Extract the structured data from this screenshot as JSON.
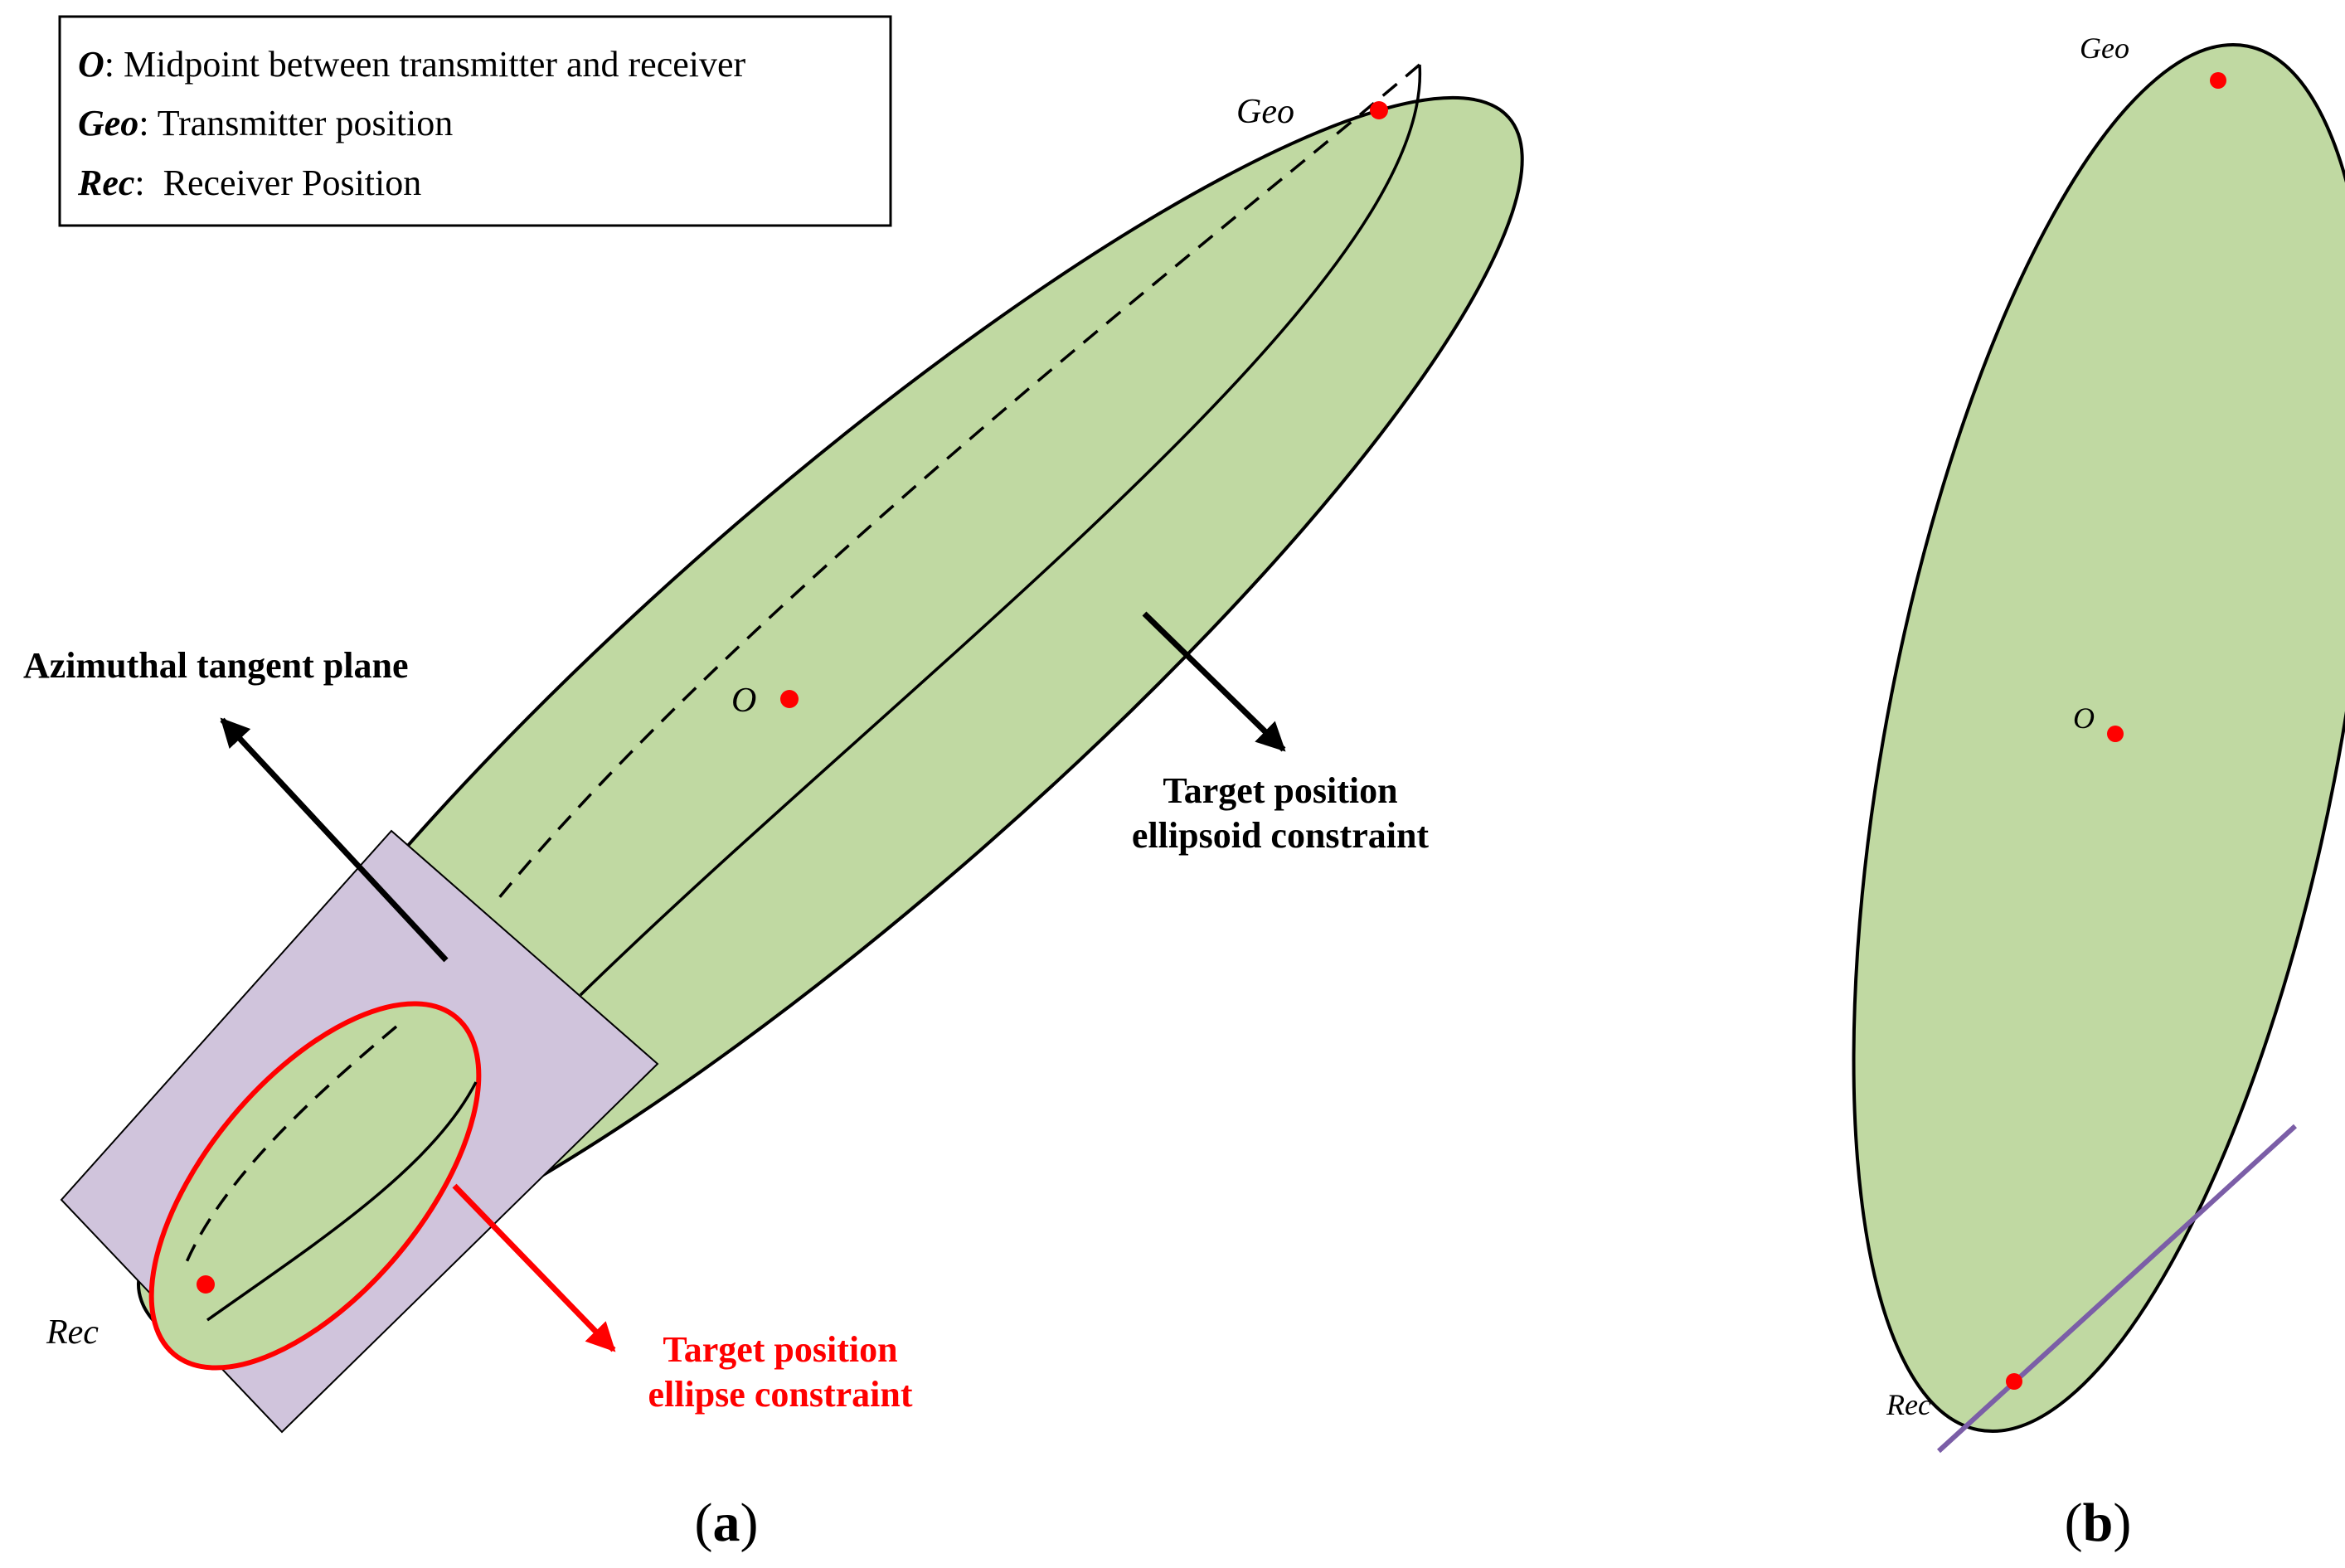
{
  "legend": {
    "entries": [
      {
        "symbol": "O",
        "text": ": Midpoint between transmitter and receiver"
      },
      {
        "symbol": "Geo",
        "text": ": Transmitter position"
      },
      {
        "symbol": "Rec",
        "text": ":  Receiver Position"
      }
    ]
  },
  "panel_a": {
    "points": {
      "geo": "Geo",
      "o": "O",
      "rec": "Rec"
    },
    "annotations": {
      "azimuthal_plane": "Azimuthal tangent plane",
      "ellipsoid_line1": "Target position",
      "ellipsoid_line2": "ellipsoid constraint",
      "ellipse_line1": "Target position",
      "ellipse_line2": "ellipse constraint"
    },
    "caption_open": "(",
    "caption_letter": "a",
    "caption_close": ")"
  },
  "panel_b": {
    "points": {
      "geo": "Geo",
      "o": "O",
      "rec": "Rec"
    },
    "caption_open": "(",
    "caption_letter": "b",
    "caption_close": ")"
  },
  "colors": {
    "ellipsoid_fill": "#c0d9a2",
    "plane_fill": "#d0c4dc",
    "point": "#ff0000",
    "ellipse_constraint": "#ff0000",
    "plane_line": "#7b5ea7"
  }
}
